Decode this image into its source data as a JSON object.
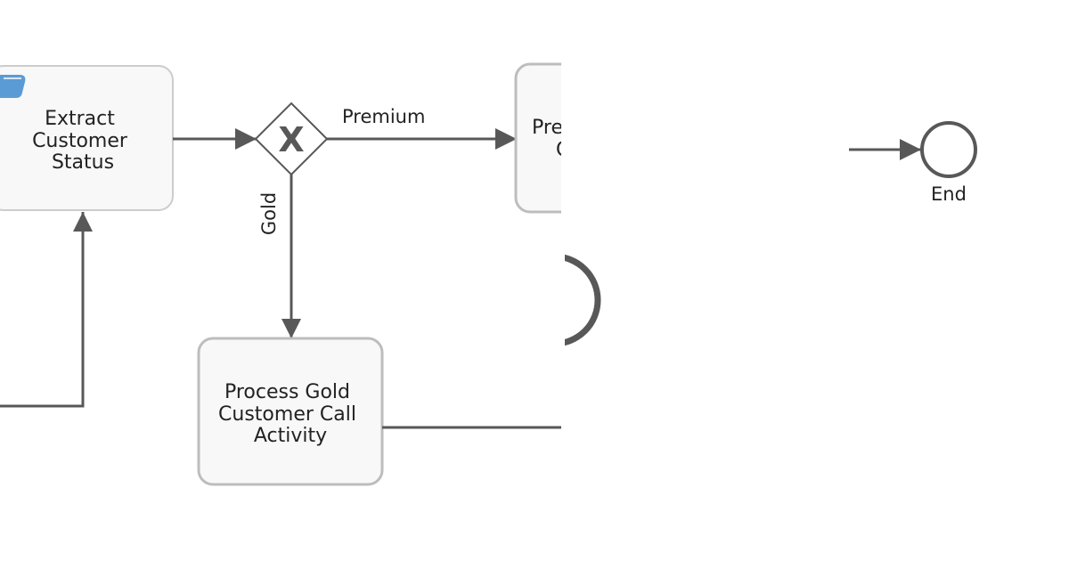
{
  "diagram": {
    "tasks": {
      "extract_status": {
        "lines": [
          "Extract",
          "Customer",
          "Status"
        ],
        "icon": "script-task-icon",
        "icon_color": "#5b9bd5"
      },
      "process_gold": {
        "lines": [
          "Process Gold",
          "Customer Call",
          "Activity"
        ]
      },
      "premium_partial": {
        "lines": [
          "Pre",
          "C"
        ]
      }
    },
    "gateway": {
      "type": "exclusive",
      "marker": "X"
    },
    "flows": {
      "premium_label": "Premium",
      "gold_label": "Gold"
    },
    "end_event": {
      "label": "End"
    },
    "colors": {
      "task_fill": "#f8f8f8",
      "task_stroke_light": "#cccccc",
      "task_stroke": "#bdbdbd",
      "edge": "#585858",
      "end_stroke": "#585858"
    }
  }
}
